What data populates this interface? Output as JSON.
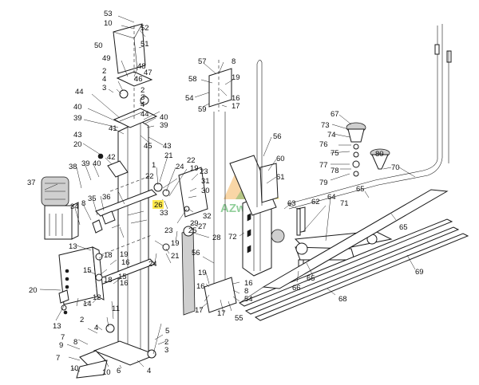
{
  "watermark": {
    "text": "AZwarsz",
    "colors": {
      "green": "#3aa84a",
      "orange": "#f2a33a",
      "yellow": "#ffe94d"
    }
  },
  "highlighted_callout": "26",
  "callouts": [
    "53",
    "10",
    "52",
    "51",
    "50",
    "49",
    "48",
    "47",
    "2",
    "46",
    "4",
    "3",
    "2",
    "3",
    "4",
    "44",
    "40",
    "39",
    "41",
    "44",
    "40",
    "39",
    "43",
    "45",
    "43",
    "20",
    "42",
    "38",
    "39",
    "40",
    "37",
    "36",
    "35",
    "8",
    "34",
    "13",
    "18",
    "19",
    "16",
    "15",
    "18",
    "16",
    "15",
    "20",
    "14",
    "12",
    "13",
    "11",
    "2",
    "4",
    "7",
    "8",
    "10",
    "9",
    "7",
    "10",
    "6",
    "5",
    "2",
    "3",
    "4",
    "1",
    "21",
    "22",
    "24",
    "22",
    "19",
    "23",
    "31",
    "30",
    "26",
    "33",
    "32",
    "29",
    "27",
    "28",
    "25",
    "23",
    "21",
    "24",
    "19",
    "56",
    "19",
    "16",
    "17",
    "17",
    "16",
    "8",
    "54",
    "55",
    "57",
    "8",
    "58",
    "19",
    "54",
    "16",
    "59",
    "17",
    "56",
    "60",
    "61",
    "62",
    "63",
    "72",
    "71",
    "64",
    "65",
    "66",
    "67",
    "73",
    "74",
    "76",
    "75",
    "77",
    "78",
    "79",
    "80",
    "70",
    "65",
    "65",
    "69",
    "68",
    "68"
  ]
}
